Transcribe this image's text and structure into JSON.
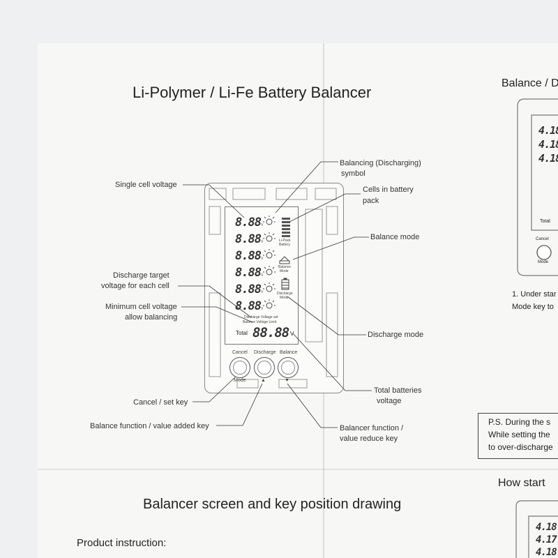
{
  "left": {
    "title": "Li-Polymer / Li-Fe Battery Balancer",
    "subtitle": "Balancer screen and key position drawing",
    "product": "Product instruction:"
  },
  "labels": {
    "single_cell": "Single cell voltage",
    "balancing_1": "Balancing (Discharging)",
    "balancing_2": "symbol",
    "cells_1": "Cells in battery",
    "cells_2": "pack",
    "balance_mode": "Balance mode",
    "discharge_target_1": "Discharge target",
    "discharge_target_2": "voltage for each cell",
    "min_cell_1": "Minimum cell voltage",
    "min_cell_2": "allow balancing",
    "discharge_mode": "Discharge mode",
    "total_batt_1": "Total batteries",
    "total_batt_2": "voltage",
    "cancel_set": "Cancel / set key",
    "balance_added": "Balance function / value added key",
    "balancer_reduce_1": "Balancer function /",
    "balancer_reduce_2": "value reduce key"
  },
  "device": {
    "cells": [
      "8.88",
      "8.88",
      "8.88",
      "8.88",
      "8.88",
      "8.88"
    ],
    "unit": "V",
    "cells_icon_label_1": "Li-Pack",
    "cells_icon_label_2": "Battery",
    "balance_icon_label_1": "Balance",
    "balance_icon_label_2": "Mode",
    "discharge_icon_label_1": "Discharge",
    "discharge_icon_label_2": "Mode",
    "voltage_set": "Discharge Voltage set",
    "voltage_limit": "Balance Voltage Limit",
    "total_label": "Total",
    "total_value": "88.88",
    "buttons": [
      {
        "label": "Cancel",
        "sub": "Mode"
      },
      {
        "label": "Discharge",
        "sub": "▲"
      },
      {
        "label": "Balance",
        "sub": "▼"
      }
    ]
  },
  "right": {
    "balance_title": "Balance / D",
    "readings": [
      "4.18",
      "4.18",
      "4.18"
    ],
    "total": "Total",
    "cancel": "Cancel",
    "mode": "Mode",
    "step1_a": "1. Under star",
    "step1_b": "Mode key to",
    "ps_1": "P.S. During the s",
    "ps_2": "While setting the",
    "ps_3": "to over-discharge",
    "how_start": "How start",
    "readings2": [
      "4.18",
      "4.17",
      "4.18"
    ]
  }
}
